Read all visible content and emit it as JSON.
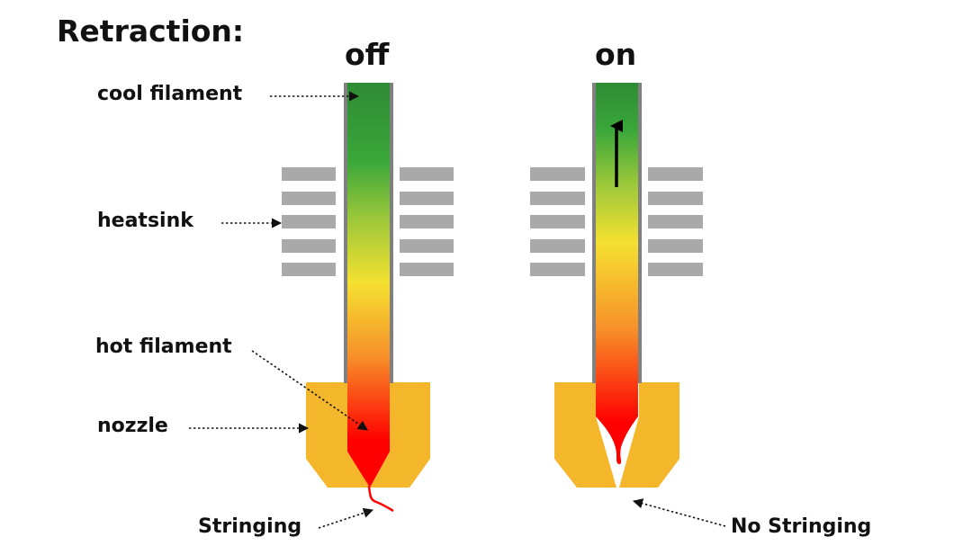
{
  "title": "Retraction:",
  "states": {
    "off": "off",
    "on": "on"
  },
  "labels": {
    "cool_filament": "cool filament",
    "heatsink": "heatsink",
    "hot_filament": "hot filament",
    "nozzle": "nozzle",
    "stringing": "Stringing",
    "no_stringing": "No Stringing"
  },
  "colors": {
    "filament_cool": "#2e8b34",
    "filament_mid": "#f5e030",
    "filament_hot": "#ff0000",
    "nozzle": "#f4b62a",
    "heatsink": "#a9a9a9",
    "tube_wall": "#808080",
    "arrow": "#000000"
  }
}
